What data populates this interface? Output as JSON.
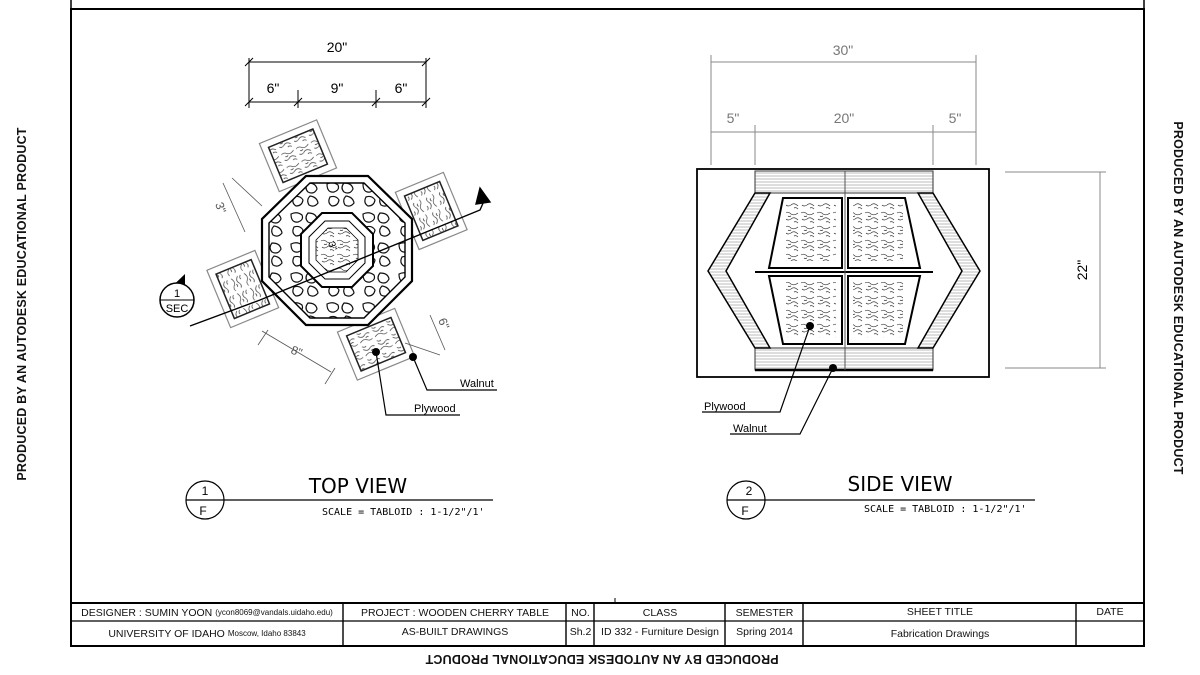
{
  "watermark": "PRODUCED BY AN AUTODESK EDUCATIONAL PRODUCT",
  "top_view": {
    "title": "TOP VIEW",
    "scale": "SCALE = TABLOID : 1-1/2\"/1'",
    "detail_number": "1",
    "detail_sheet": "F",
    "dim_overall": "20\"",
    "dim_left": "6\"",
    "dim_center": "9\"",
    "dim_right": "6\"",
    "dim_side_3": "3\"",
    "dim_inner": "3\"",
    "dim_6": "6\"",
    "dim_8": "8\"",
    "section_number": "1",
    "section_label": "SEC",
    "label_walnut": "Walnut",
    "label_plywood": "Plywood"
  },
  "side_view": {
    "title": "SIDE VIEW",
    "scale": "SCALE = TABLOID : 1-1/2\"/1'",
    "detail_number": "2",
    "detail_sheet": "F",
    "dim_overall": "30\"",
    "dim_left": "5\"",
    "dim_center": "20\"",
    "dim_right": "5\"",
    "dim_height": "22\"",
    "label_plywood": "Plywood",
    "label_walnut": "Walnut"
  },
  "title_block": {
    "designer_label": "DESIGNER :",
    "designer_name": "SUMIN YOON",
    "designer_email": "(ycon8069@vandals.uidaho.edu)",
    "school": "UNIVERSITY OF IDAHO",
    "school_location": "Moscow, Idaho 83843",
    "project_label": "PROJECT :",
    "project_name": "WOODEN CHERRY TABLE",
    "project_sub": "AS-BUILT DRAWINGS",
    "no_label": "NO.",
    "no_value": "Sh.2",
    "class_label": "CLASS",
    "class_value": "ID 332 - Furniture Design",
    "semester_label": "SEMESTER",
    "semester_value": "Spring 2014",
    "sheet_title_label": "SHEET TITLE",
    "sheet_title_value": "Fabrication Drawings",
    "date_label": "DATE",
    "date_value": ""
  }
}
